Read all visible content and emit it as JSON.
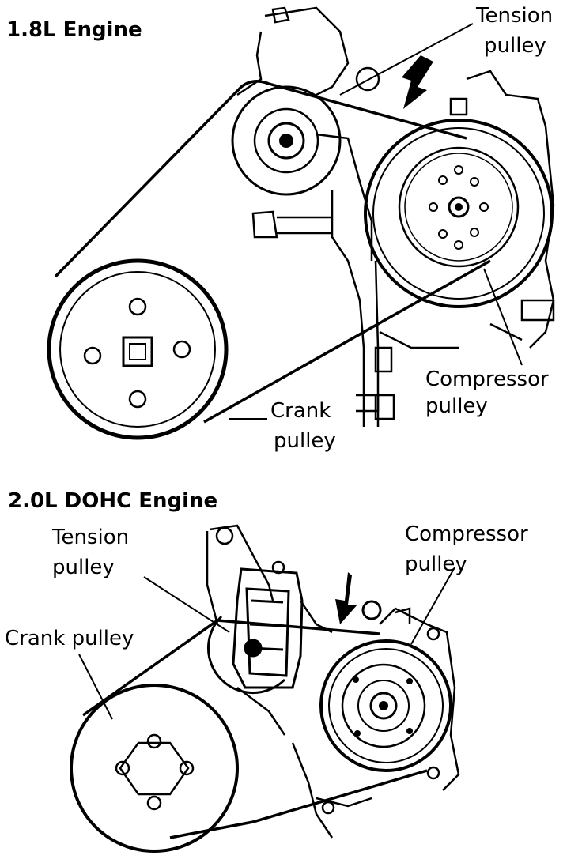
{
  "top": {
    "title": "1.8L Engine",
    "tension": [
      "Tension",
      "pulley"
    ],
    "compressor": [
      "Compressor",
      "pulley"
    ],
    "crank": [
      "Crank",
      "pulley"
    ]
  },
  "bottom": {
    "title": "2.0L DOHC Engine",
    "tension": [
      "Tension",
      "pulley"
    ],
    "compressor": [
      "Compressor",
      "pulley"
    ],
    "crank": "Crank pulley"
  }
}
